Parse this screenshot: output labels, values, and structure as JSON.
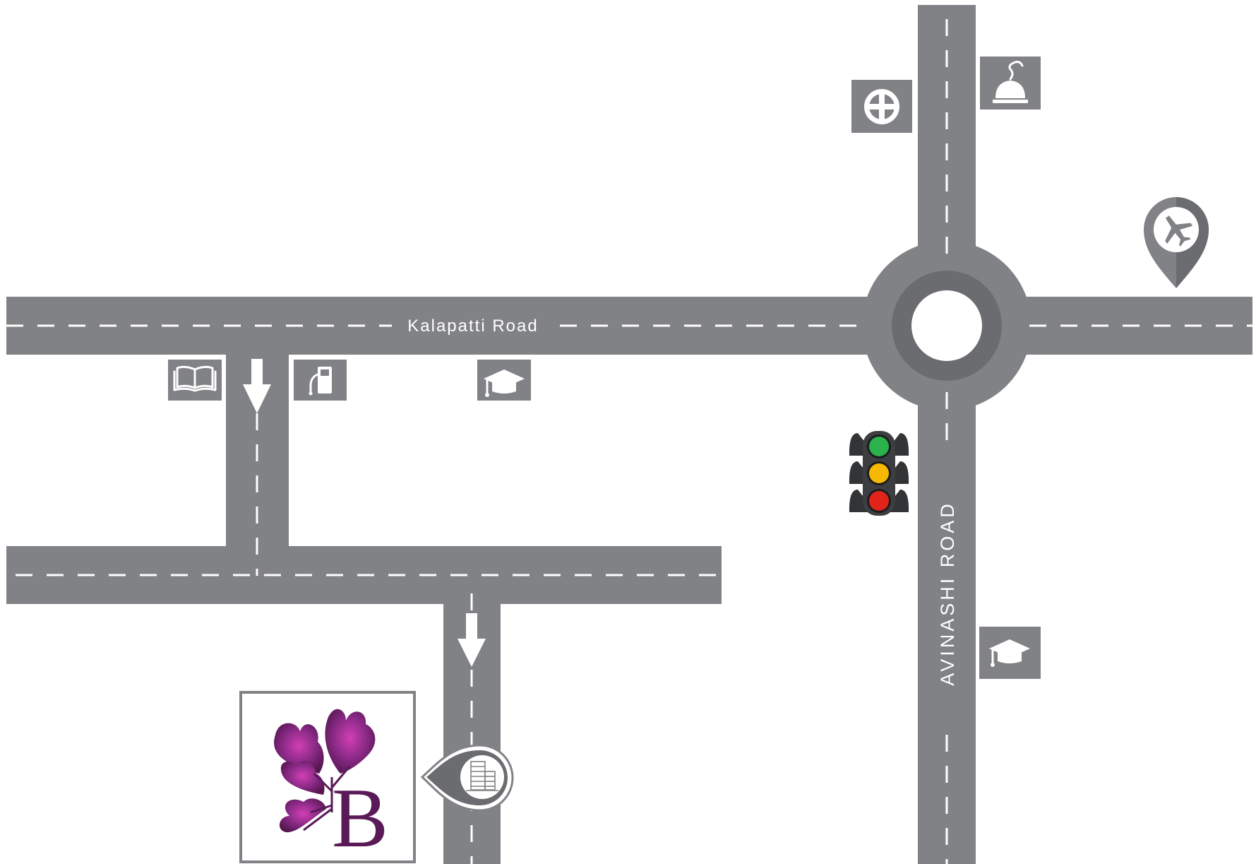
{
  "map": {
    "roads": {
      "kalapatti_road": {
        "label": "Kalapatti Road"
      },
      "avinashi_road": {
        "label": "AVINASHI ROAD"
      }
    },
    "colors": {
      "road": "#818285",
      "marking": "#ffffff",
      "logo_purple": "#6b1f6b",
      "signal_green": "#2bb24c",
      "signal_yellow": "#f6b800",
      "signal_red": "#e2231a"
    },
    "landmarks": [
      {
        "id": "hospital",
        "icon": "hospital-cross-icon"
      },
      {
        "id": "hotel",
        "icon": "food-cloche-icon"
      },
      {
        "id": "airport",
        "icon": "airplane-pin-icon"
      },
      {
        "id": "library",
        "icon": "open-book-icon"
      },
      {
        "id": "fuel",
        "icon": "fuel-pump-icon"
      },
      {
        "id": "college-1",
        "icon": "graduation-cap-icon"
      },
      {
        "id": "college-2",
        "icon": "graduation-cap-icon"
      },
      {
        "id": "traffic-signal",
        "icon": "traffic-light-icon"
      },
      {
        "id": "destination",
        "icon": "building-pin-icon"
      }
    ],
    "logo": {
      "letter": "B"
    }
  }
}
